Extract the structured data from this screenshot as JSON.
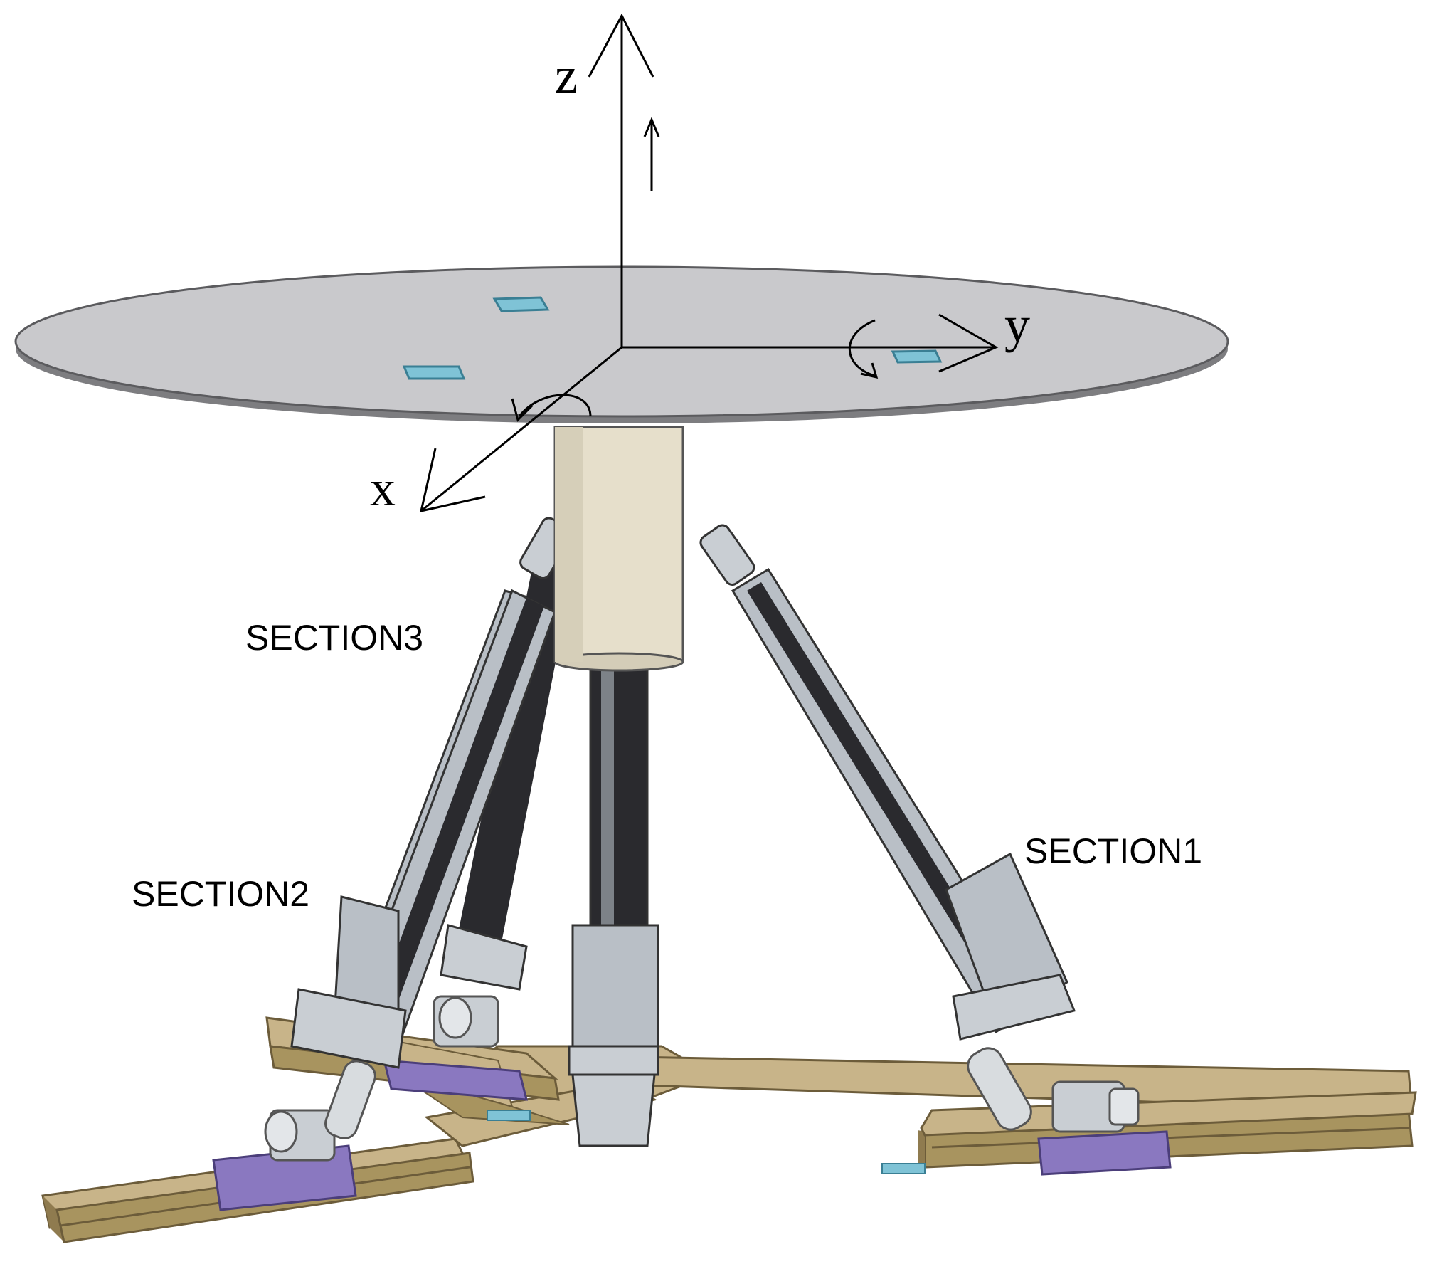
{
  "axes": {
    "z_label": "z",
    "y_label": "y",
    "x_label": "x"
  },
  "sections": {
    "section1": "SECTION1",
    "section2": "SECTION2",
    "section3": "SECTION3"
  },
  "colors": {
    "platform": "#c9c9cc",
    "platform_edge": "#7d7d80",
    "column": "#e6dfcb",
    "actuator": "#2a2a2e",
    "actuator_light": "#b9bfc6",
    "rail": "#c8b489",
    "rail_dark": "#8f7b4f",
    "slider": "#8a78c0",
    "pad": "#7fc3d6"
  }
}
